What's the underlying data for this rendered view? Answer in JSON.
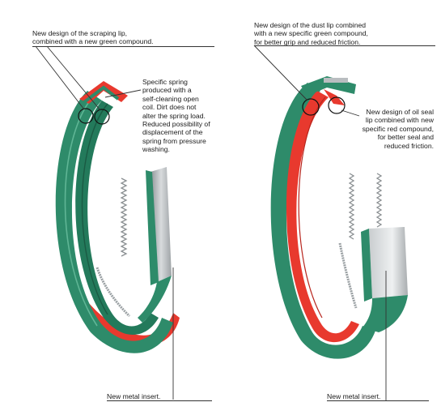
{
  "annotations": {
    "scraping_lip": "New design of the scraping lip,\ncombined with a new green  compound.",
    "spring": "Specific spring\nproduced with a\nself-cleaning open\ncoil. Dirt does not\nalter the spring load.\nReduced possibility of\ndisplacement of the\nspring from pressure\nwashing.",
    "metal_insert_left": "New metal insert.",
    "dust_lip": "New design of the dust lip combined\nwith a new specific green compound,\nfor better grip and reduced friction.",
    "oil_seal_lip": "New design of oil seal\nlip combined with new\nspecific red compound,\nfor better seal and\nreduced friction.",
    "metal_insert_right": "New metal insert."
  },
  "colors": {
    "green": "#2e8b6a",
    "green_dark": "#1d6a4f",
    "red": "#e8392e",
    "metal": "#b9bdc0",
    "line": "#333333"
  }
}
